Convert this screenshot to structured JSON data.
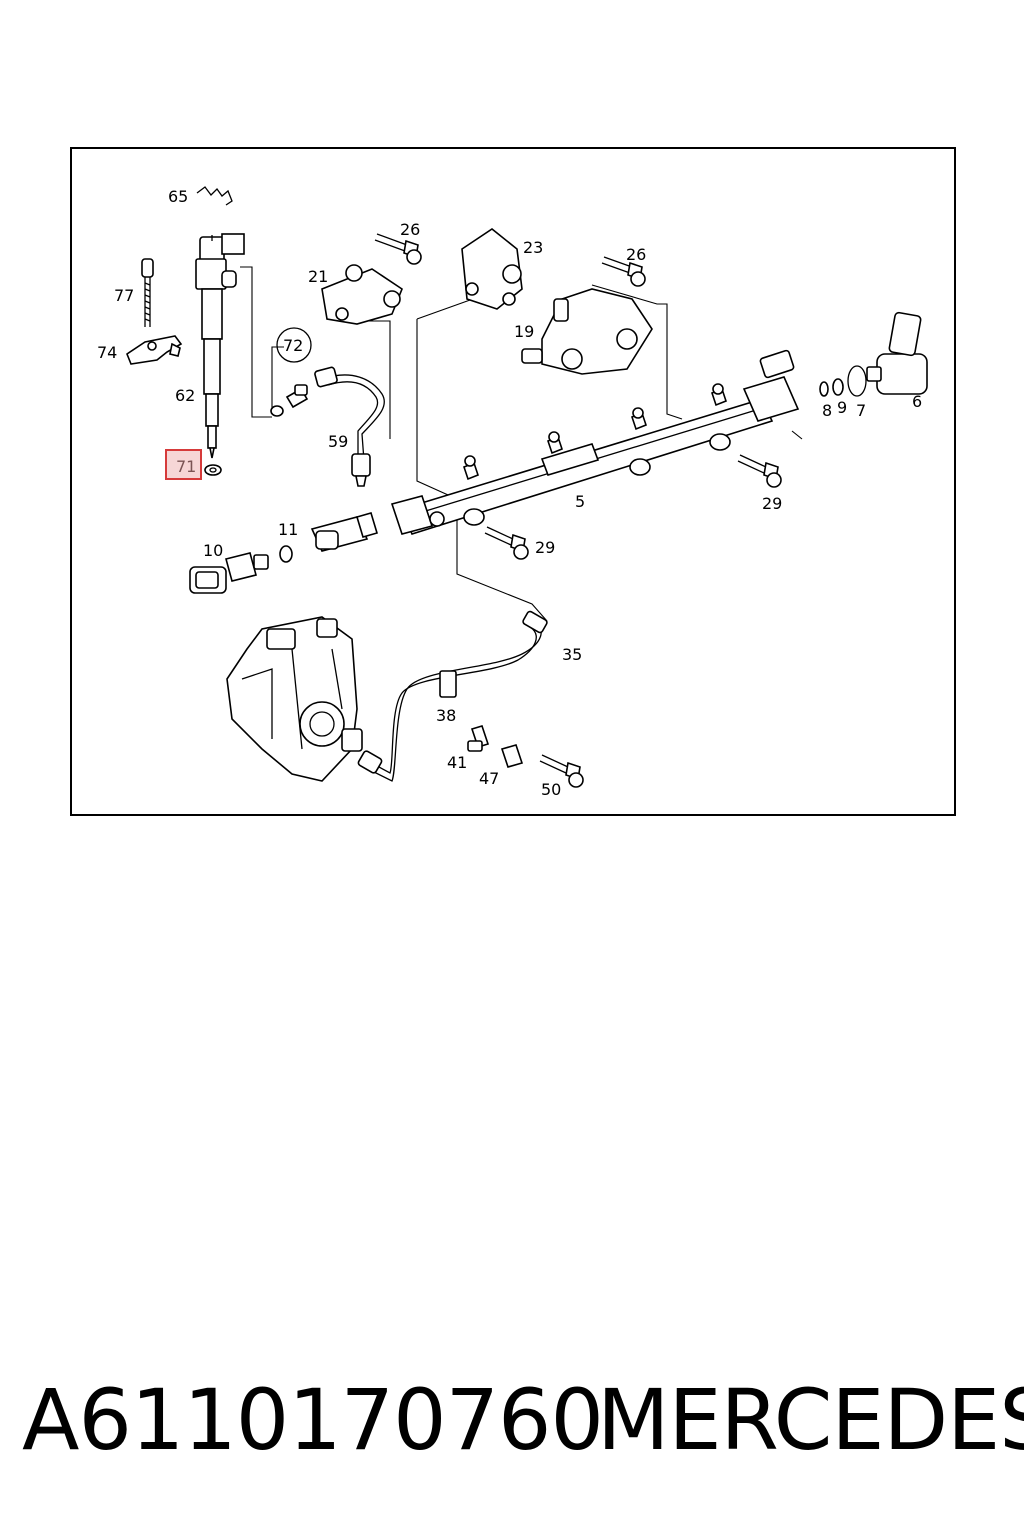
{
  "diagram": {
    "labels": {
      "p65": "65",
      "p77": "77",
      "p74": "74",
      "p62": "62",
      "p71": "71",
      "p72": "72",
      "p59": "59",
      "p21": "21",
      "p26a": "26",
      "p23": "23",
      "p26b": "26",
      "p19": "19",
      "p8": "8",
      "p9": "9",
      "p7": "7",
      "p6": "6",
      "p29a": "29",
      "p5": "5",
      "p11": "11",
      "p10": "10",
      "p29b": "29",
      "p35": "35",
      "p38": "38",
      "p41": "41",
      "p47": "47",
      "p50": "50"
    },
    "highlighted_part": "71",
    "highlight_color": "#d63a3a"
  },
  "footer": {
    "part_number": "A6110170760",
    "brand": "MERCEDES"
  }
}
